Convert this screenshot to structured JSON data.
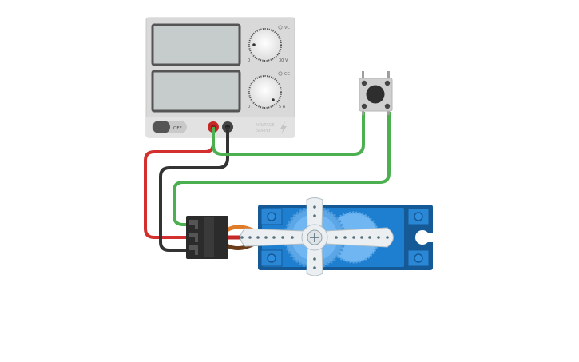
{
  "power_supply": {
    "switch_label": "OFF",
    "voltage_mode": "VC",
    "current_mode": "CC",
    "voltage_min": "0",
    "voltage_max": "30 V",
    "current_min": "0",
    "current_max": "5 A",
    "brand_line1": "VOLTAGE",
    "brand_line2": "SUPPLY",
    "voltage_knob_level": 0.0,
    "current_knob_level": 1.0
  },
  "colors": {
    "supply_body": "#d9d9d9",
    "lcd": "#c6cccc",
    "wire_red": "#d32f2f",
    "wire_black": "#333333",
    "wire_green": "#4caf50",
    "servo_blue": "#1e7fd1",
    "servo_dark": "#155a96",
    "servo_gear": "#6fb6f2"
  },
  "icons": {
    "power_switch": "toggle-switch-icon",
    "lightning": "lightning-icon",
    "servo_screw": "plus-screw-icon"
  }
}
